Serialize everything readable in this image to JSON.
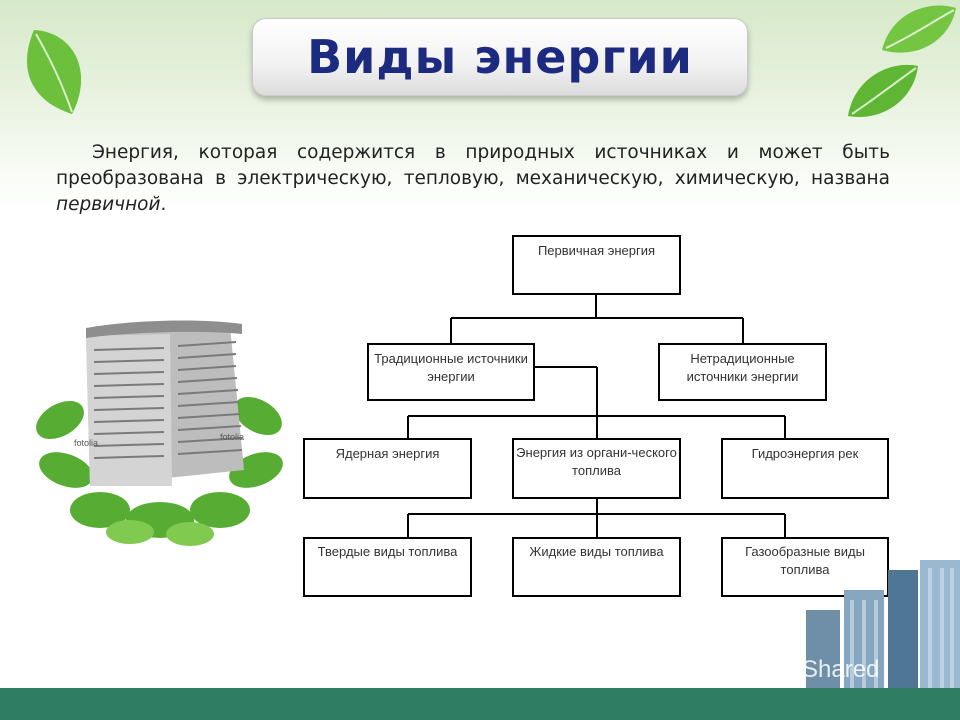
{
  "title": "Виды энергии",
  "intro": {
    "text_before": "Энергия, которая содержится в природных источниках и может быть преобразована в электрическую, тепловую, механическую, химическую, названа ",
    "emphasis": "первичной",
    "text_after": "."
  },
  "diagram": {
    "root": "Первичная энергия",
    "level1": [
      "Традиционные источники энергии",
      "Нетрадиционные источники энергии"
    ],
    "level2": [
      "Ядерная энергия",
      "Энергия из органи-ческого топлива",
      "Гидроэнергия рек"
    ],
    "level3": [
      "Твердые виды топлива",
      "Жидкие виды топлива",
      "Газообразные виды топлива"
    ]
  },
  "image_labels": [
    "fotolia",
    "fotolia"
  ],
  "watermark": "MyShared",
  "colors": {
    "title": "#1c2a80",
    "bottom_bar": "#2f7d63",
    "leaf_green": "#5db33a"
  }
}
